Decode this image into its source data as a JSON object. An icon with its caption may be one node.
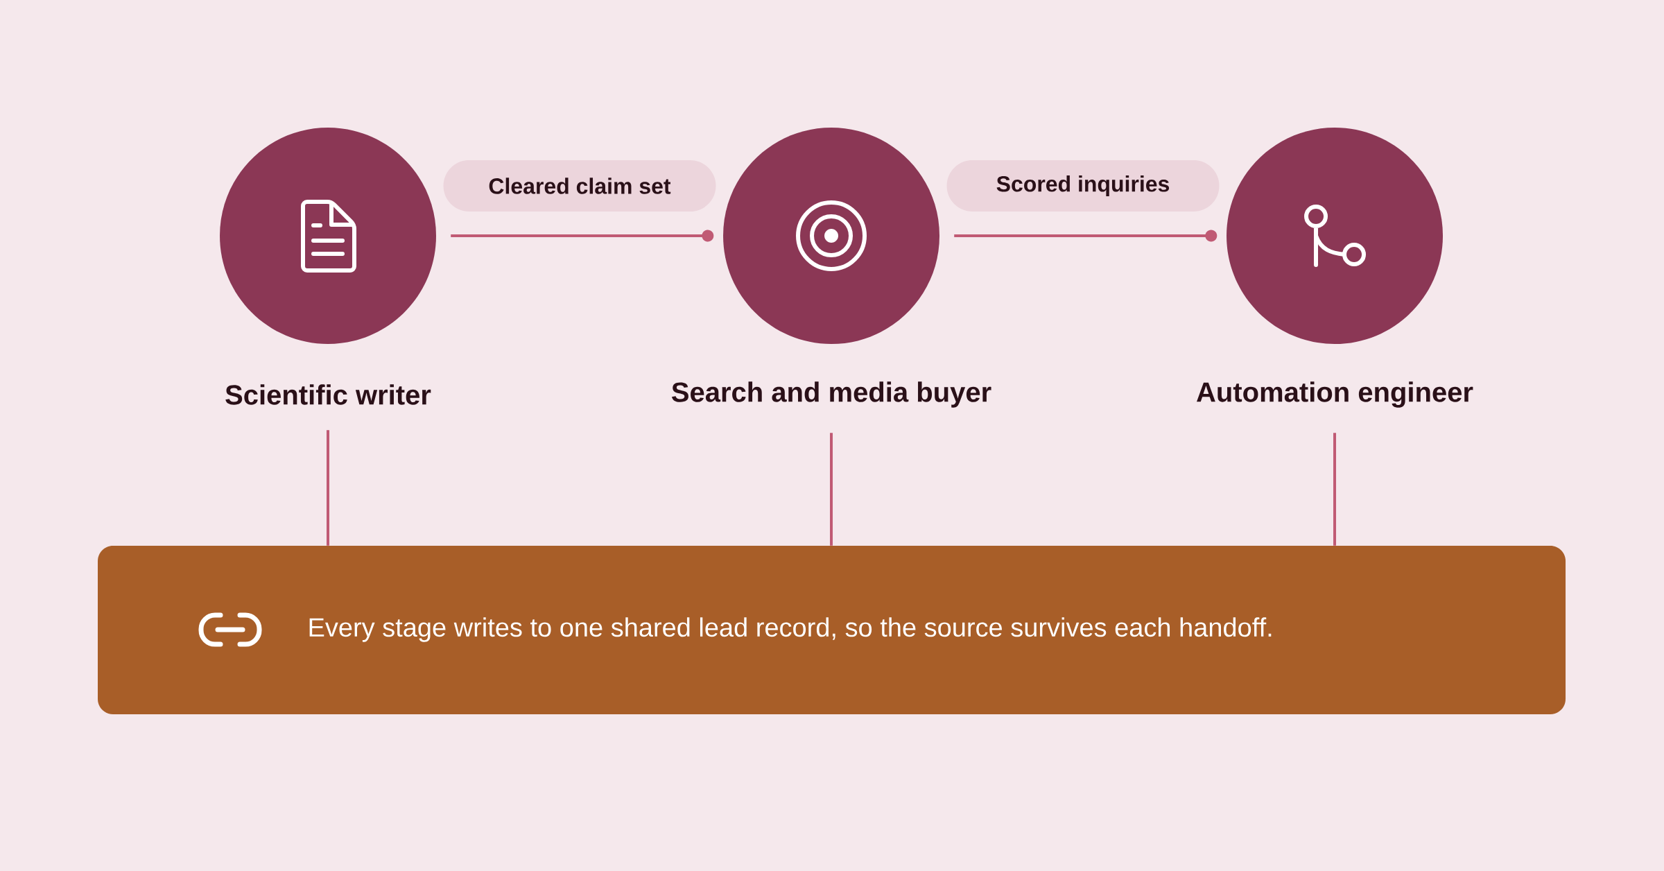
{
  "diagram": {
    "nodes": [
      {
        "text": [
          "Scientific writer"
        ]
      },
      {
        "text": [
          "Search and media buyer"
        ]
      },
      {
        "text": [
          "Automation engineer"
        ]
      },
      {
        "text": [
          "Every stage writes to one shared lead record, so the source survives each handoff."
        ]
      }
    ],
    "edges": [
      {
        "from": 0,
        "to": 1,
        "arrow": "other",
        "label": "Cleared claim set"
      },
      {
        "from": 1,
        "to": 2,
        "arrow": "other",
        "label": "Scored inquiries"
      },
      {
        "from": 0,
        "to": 3,
        "arrow": "none"
      },
      {
        "from": 1,
        "to": 3,
        "arrow": "none"
      },
      {
        "from": 2,
        "to": 3,
        "arrow": "none"
      }
    ]
  }
}
